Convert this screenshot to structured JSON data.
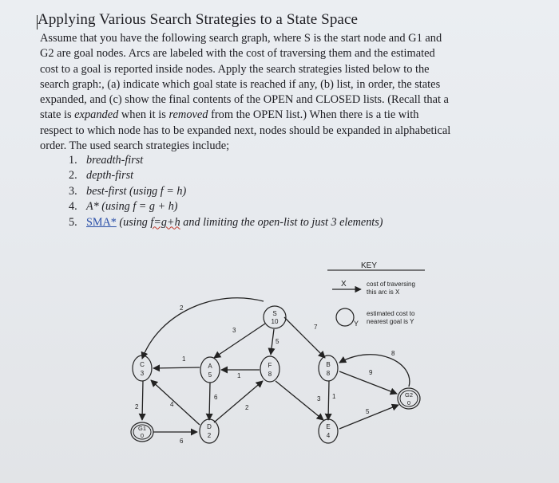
{
  "document": {
    "title": "Applying Various Search Strategies to a State Space",
    "paragraph_lines": [
      "Assume that you have the following search graph, where S is the start node and G1 and",
      "G2 are goal nodes. Arcs are labeled with the cost of traversing them and the estimated",
      "cost to a goal is reported inside nodes. Apply the search strategies listed below to the",
      "search graph:, (a) indicate which goal state is reached if any, (b) list, in order, the states",
      "expanded, and (c) show the final contents of the OPEN and CLOSED lists. (Recall that a",
      "state is expanded when it is removed from the OPEN list.) When there is a tie with",
      "respect to which node has to be expanded next, nodes should be expanded in alphabetical",
      "order. The used search strategies include;"
    ],
    "line6_italic_word": "expanded",
    "line6_italic_word2": "removed",
    "strategies": [
      {
        "num": "1.",
        "text": "breadth-first"
      },
      {
        "num": "2.",
        "text": "depth-first"
      },
      {
        "num": "3.",
        "text": "best-first (usiŋg f = h)"
      },
      {
        "num": "4.",
        "text": "A* (using f = g + h)"
      },
      {
        "num": "5.",
        "link": "SMA*",
        "pre": " (using ",
        "squig": "f=g+h",
        "post": " and limiting the open-list to just 3 elements)"
      }
    ]
  },
  "key": {
    "title": "KEY",
    "arc_symbol": "X",
    "arc_text_1": "cost of traversing",
    "arc_text_2": "this arc is X",
    "node_symbol": "Y",
    "node_text_1": "estimated cost to",
    "node_text_2": "nearest goal is Y"
  },
  "graph": {
    "nodes": [
      {
        "id": "S",
        "h": "10"
      },
      {
        "id": "A",
        "h": "5"
      },
      {
        "id": "B",
        "h": "8"
      },
      {
        "id": "C",
        "h": "3"
      },
      {
        "id": "D",
        "h": "2"
      },
      {
        "id": "E",
        "h": "4"
      },
      {
        "id": "F",
        "h": "8"
      },
      {
        "id": "G1",
        "h": "0"
      },
      {
        "id": "G2",
        "h": "0"
      }
    ],
    "edge_costs": {
      "S_C": "2",
      "S_A": "3",
      "S_B": "7",
      "S_F": "5",
      "A_C": "1",
      "A_D": "6",
      "F_A": "1",
      "F_E": "3",
      "C_G1": "2",
      "G1_D": "6",
      "D_C": "4",
      "D_F": "2",
      "B_G2": "9",
      "G2_B": "8",
      "B_E": "1",
      "E_G2": "5"
    }
  }
}
